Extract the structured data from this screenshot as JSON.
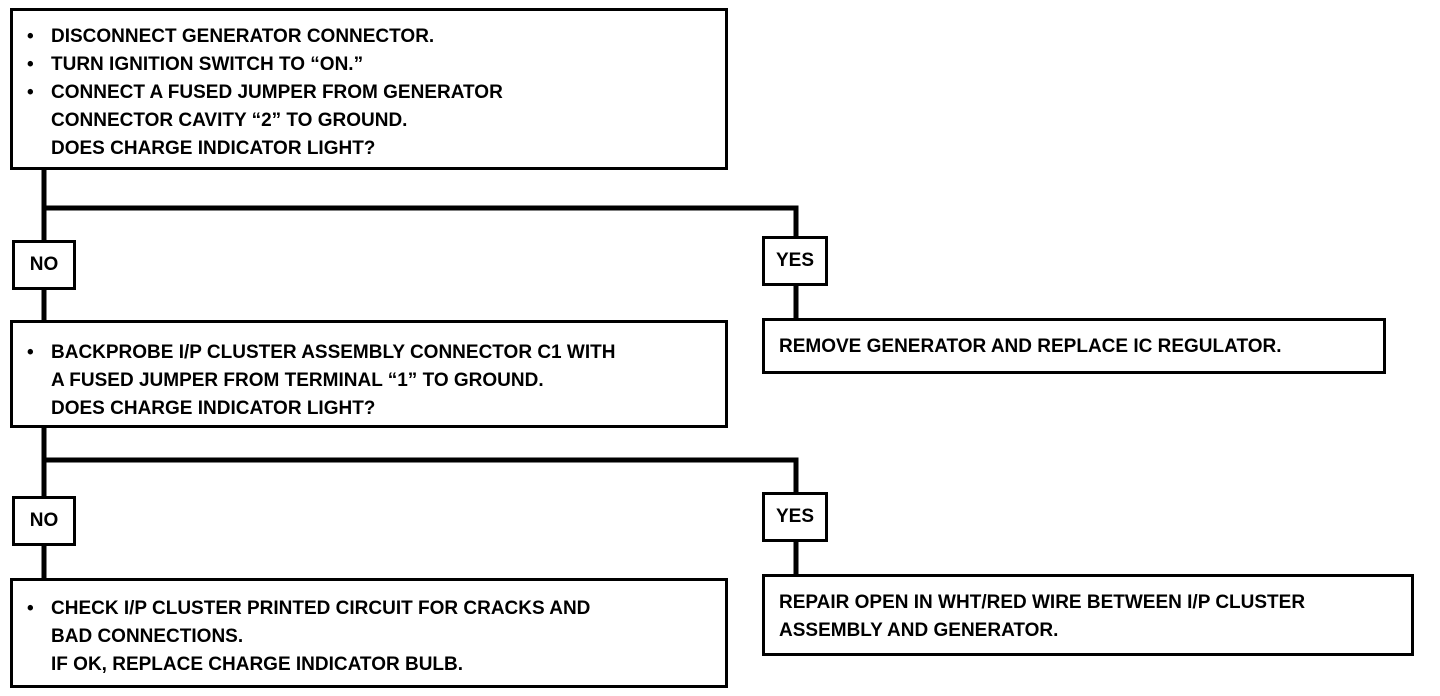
{
  "steps": {
    "step1": {
      "bullets": [
        "DISCONNECT GENERATOR CONNECTOR.",
        "TURN IGNITION SWITCH TO “ON.”",
        "CONNECT A FUSED JUMPER FROM GENERATOR"
      ],
      "continuation": "CONNECTOR CAVITY “2” TO GROUND.",
      "question": "DOES CHARGE INDICATOR LIGHT?"
    },
    "step2": {
      "bullets": [
        "BACKPROBE I/P CLUSTER ASSEMBLY CONNECTOR C1 WITH"
      ],
      "continuation": "A FUSED JUMPER FROM TERMINAL “1” TO GROUND.",
      "question": "DOES CHARGE INDICATOR LIGHT?"
    },
    "step3": {
      "bullets": [
        "CHECK I/P CLUSTER PRINTED CIRCUIT FOR CRACKS AND"
      ],
      "continuation": "BAD CONNECTIONS.",
      "note": "IF OK, REPLACE CHARGE INDICATOR BULB."
    }
  },
  "results": {
    "result1": "REMOVE GENERATOR AND REPLACE IC REGULATOR.",
    "result2_line1": "REPAIR OPEN IN WHT/RED WIRE BETWEEN I/P CLUSTER",
    "result2_line2": "ASSEMBLY AND GENERATOR."
  },
  "branches": {
    "no": "NO",
    "yes": "YES"
  },
  "bullet_glyph": "•",
  "colors": {
    "line": "#000000",
    "background": "#ffffff"
  }
}
